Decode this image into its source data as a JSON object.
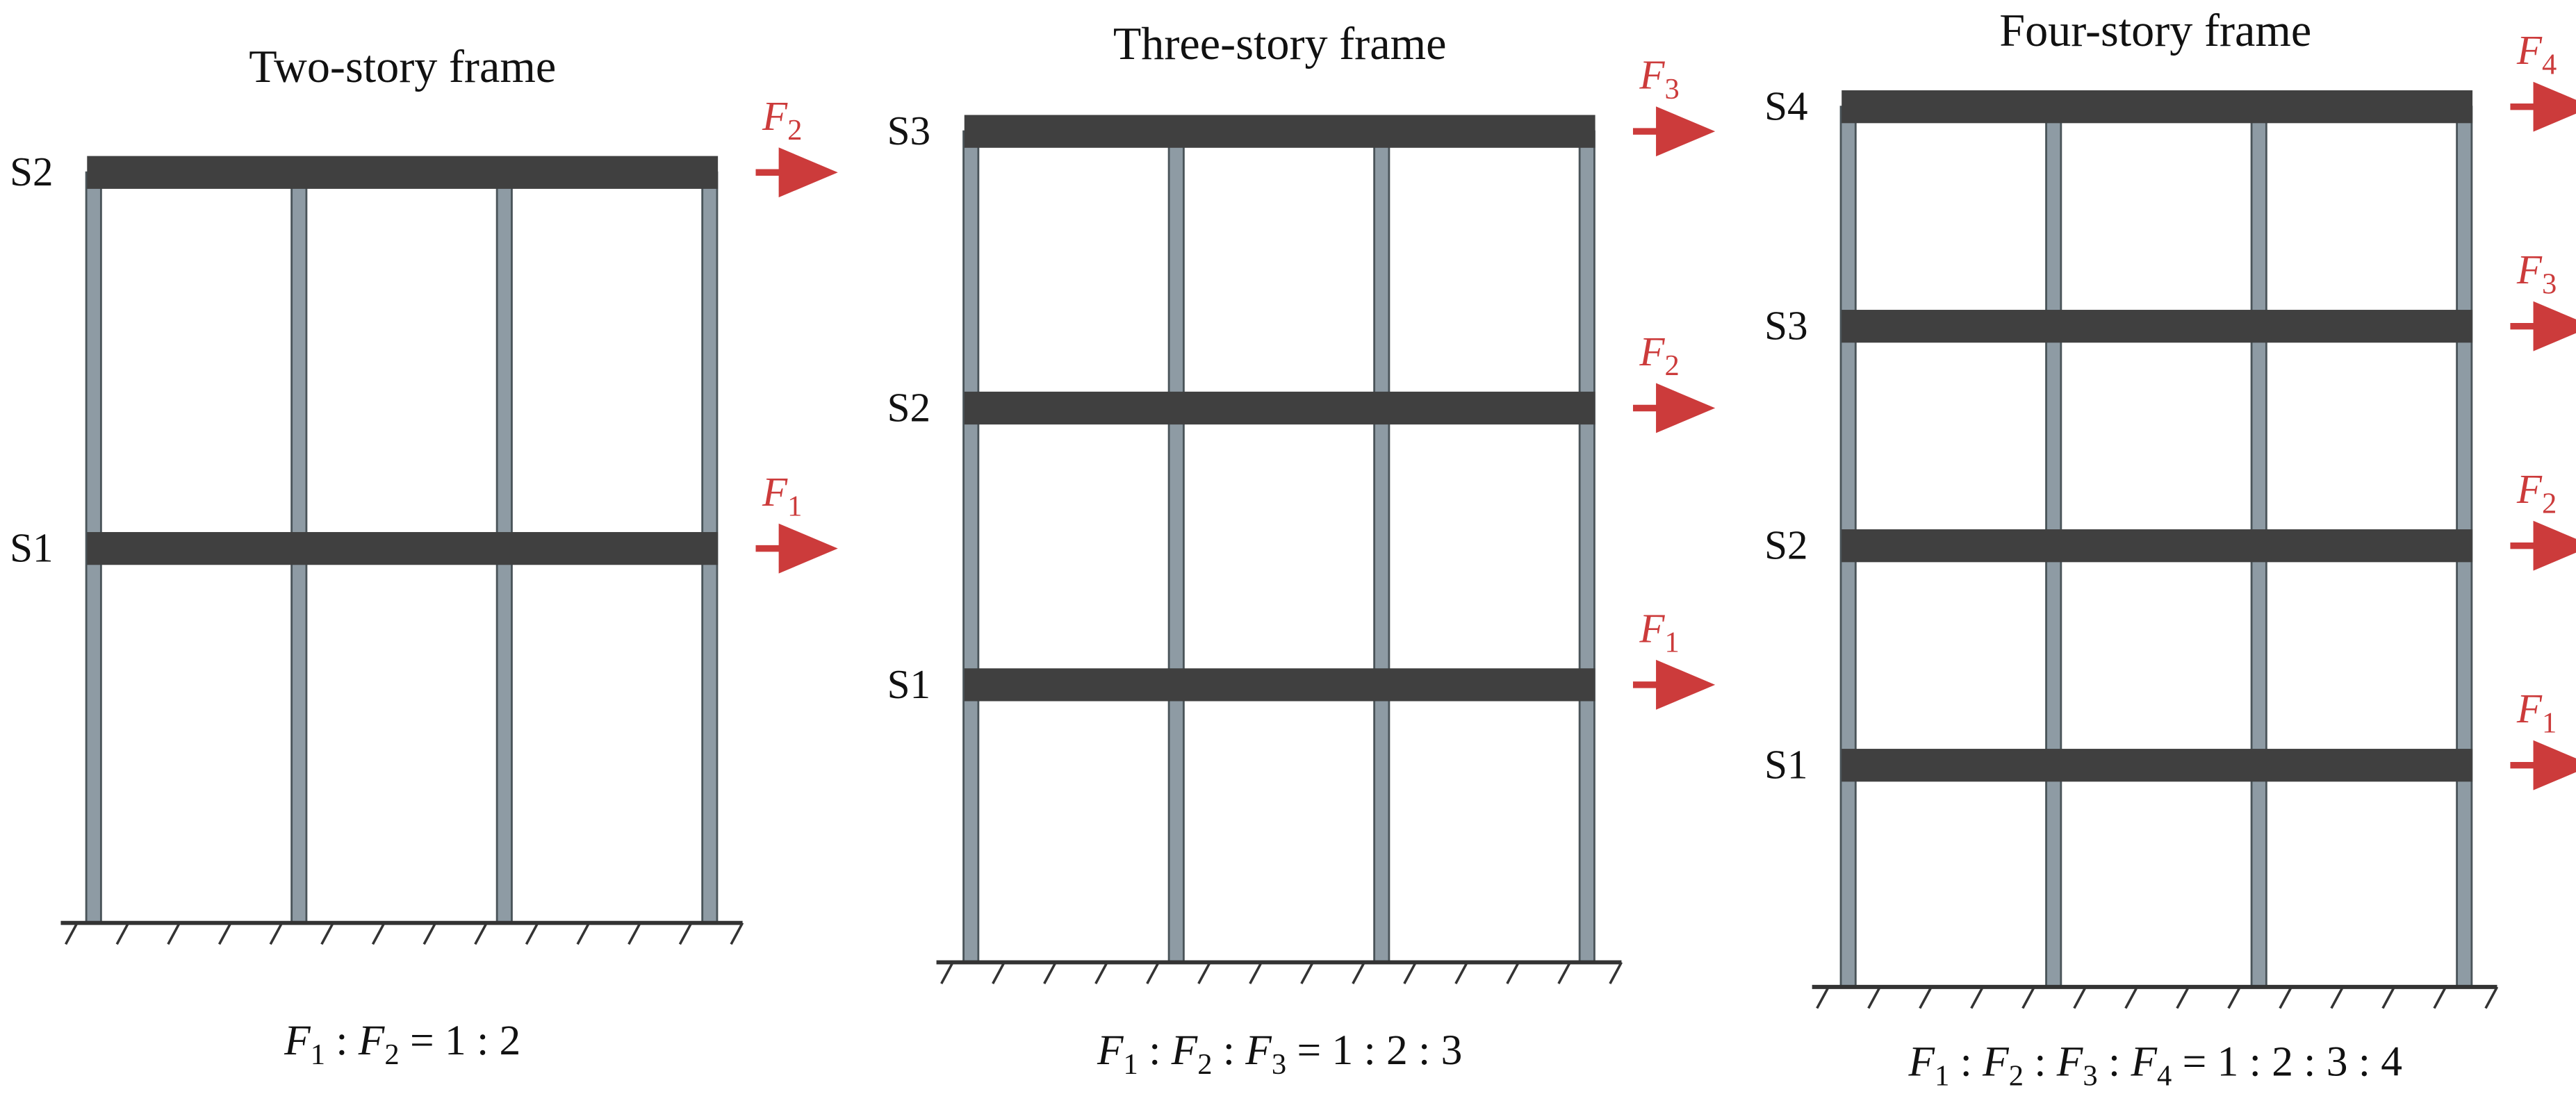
{
  "colors": {
    "beam": "#404040",
    "column": "#8e9ba4",
    "column_edge": "#4a5459",
    "ground": "#333333",
    "force": "#cc3b3b",
    "text": "#111111"
  },
  "frames": [
    {
      "title": "Two-story frame",
      "stories": [
        {
          "label": "S1",
          "force": {
            "symbol": "F",
            "subscript": "1"
          }
        },
        {
          "label": "S2",
          "force": {
            "symbol": "F",
            "subscript": "2"
          }
        }
      ],
      "ratio": {
        "terms": [
          {
            "symbol": "F",
            "subscript": "1"
          },
          {
            "symbol": "F",
            "subscript": "2"
          }
        ],
        "values": [
          "1",
          "2"
        ]
      }
    },
    {
      "title": "Three-story frame",
      "stories": [
        {
          "label": "S1",
          "force": {
            "symbol": "F",
            "subscript": "1"
          }
        },
        {
          "label": "S2",
          "force": {
            "symbol": "F",
            "subscript": "2"
          }
        },
        {
          "label": "S3",
          "force": {
            "symbol": "F",
            "subscript": "3"
          }
        }
      ],
      "ratio": {
        "terms": [
          {
            "symbol": "F",
            "subscript": "1"
          },
          {
            "symbol": "F",
            "subscript": "2"
          },
          {
            "symbol": "F",
            "subscript": "3"
          }
        ],
        "values": [
          "1",
          "2",
          "3"
        ]
      }
    },
    {
      "title": "Four-story frame",
      "stories": [
        {
          "label": "S1",
          "force": {
            "symbol": "F",
            "subscript": "1"
          }
        },
        {
          "label": "S2",
          "force": {
            "symbol": "F",
            "subscript": "2"
          }
        },
        {
          "label": "S3",
          "force": {
            "symbol": "F",
            "subscript": "3"
          }
        },
        {
          "label": "S4",
          "force": {
            "symbol": "F",
            "subscript": "4"
          }
        }
      ],
      "ratio": {
        "terms": [
          {
            "symbol": "F",
            "subscript": "1"
          },
          {
            "symbol": "F",
            "subscript": "2"
          },
          {
            "symbol": "F",
            "subscript": "3"
          },
          {
            "symbol": "F",
            "subscript": "4"
          }
        ],
        "values": [
          "1",
          "2",
          "3",
          "4"
        ]
      }
    }
  ]
}
